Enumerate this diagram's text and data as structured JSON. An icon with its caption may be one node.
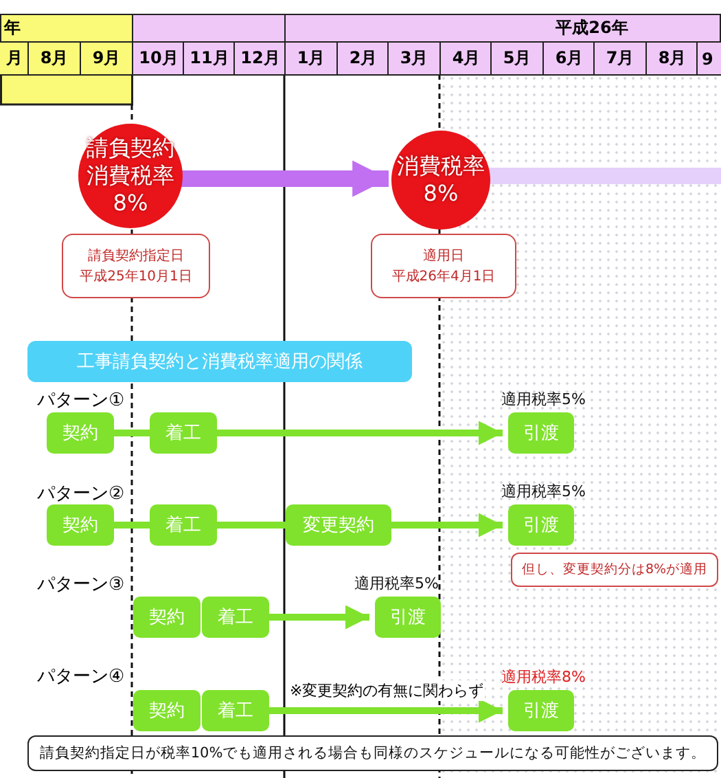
{
  "diagram": {
    "nodes": [
      {
        "text": [
          "請負契約消費税率",
          "8%"
        ]
      },
      {
        "text": [
          "請負契約指定日",
          "平成25年10月1日"
        ]
      },
      {
        "text": [
          "消費税率",
          "8%"
        ]
      },
      {
        "text": [
          "適用日",
          "平成26年4月1日"
        ]
      },
      {
        "text": [
          "工事請負契約と消費税率適用の関係"
        ]
      },
      {
        "text": [
          "契約"
        ]
      },
      {
        "text": [
          "着工"
        ]
      },
      {
        "text": [
          "引渡"
        ],
        "beside": [
          "適用税率5%"
        ]
      },
      {
        "text": [
          "契約"
        ]
      },
      {
        "text": [
          "着工"
        ]
      },
      {
        "text": [
          "変更契約"
        ]
      },
      {
        "text": [
          "引渡"
        ],
        "beside": [
          "適用税率5%"
        ]
      },
      {
        "text": [
          "但し、変更契約分は8%が適用"
        ]
      },
      {
        "text": [
          "契約"
        ]
      },
      {
        "text": [
          "着工"
        ]
      },
      {
        "text": [
          "引渡"
        ],
        "beside": [
          "適用税率5%"
        ]
      },
      {
        "text": [
          "契約"
        ]
      },
      {
        "text": [
          "着工"
        ]
      },
      {
        "text": [
          "引渡"
        ],
        "beside": [
          "適用税率8%"
        ]
      },
      {
        "text": [
          "請負契約指定日が税率10%でも適用される場合も同様のスケジュールになる可能性がございます。"
        ]
      }
    ],
    "edges": [
      {
        "from": 0,
        "to": 2,
        "arrow": "to",
        "style": "thick",
        "color": "#c070f0"
      },
      {
        "from": 2,
        "to": null,
        "arrow": "none",
        "style": "thick",
        "color": "#e4d0fa"
      },
      {
        "from": 5,
        "to": 6,
        "arrow": "none"
      },
      {
        "from": 6,
        "to": 7,
        "arrow": "to"
      },
      {
        "from": 8,
        "to": 9,
        "arrow": "none"
      },
      {
        "from": 9,
        "to": 10,
        "arrow": "none"
      },
      {
        "from": 10,
        "to": 11,
        "arrow": "to"
      },
      {
        "from": 14,
        "to": 15,
        "arrow": "to"
      },
      {
        "from": 17,
        "to": 18,
        "arrow": "to",
        "label": "※変更契約の有無に関わらず"
      }
    ],
    "labels": [
      "年",
      "平成26年",
      "月",
      "8月",
      "9月",
      "10月",
      "11月",
      "12月",
      "1月",
      "2月",
      "3月",
      "4月",
      "5月",
      "6月",
      "7月",
      "8月",
      "9",
      "パターン①",
      "パターン②",
      "パターン③",
      "パターン④"
    ]
  }
}
